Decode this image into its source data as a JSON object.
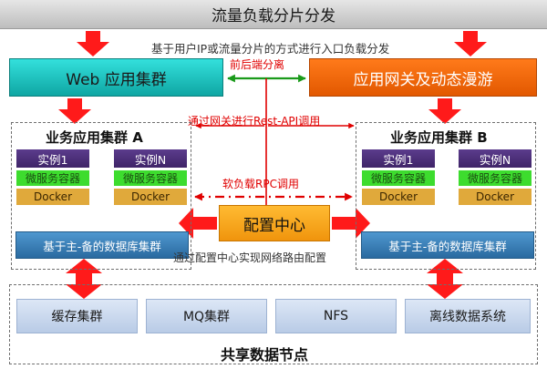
{
  "header": {
    "title": "流量负载分片分发"
  },
  "notes": {
    "entry": "基于用户IP或流量分片的方式进行入口负载分发",
    "separation": "前后端分离",
    "rest_api": "通过网关进行Rest-API调用",
    "rpc": "软负载RPC调用",
    "routing": "通过配置中心实现网络路由配置"
  },
  "web_cluster": {
    "label": "Web 应用集群"
  },
  "gateway": {
    "label": "应用网关及动态漫游"
  },
  "cluster_a": {
    "title": "业务应用集群 A",
    "instances": [
      {
        "instance": "实例1",
        "service": "微服务容器",
        "docker": "Docker"
      },
      {
        "instance": "实例N",
        "service": "微服务容器",
        "docker": "Docker"
      }
    ],
    "database": "基于主-备的数据库集群"
  },
  "cluster_b": {
    "title": "业务应用集群 B",
    "instances": [
      {
        "instance": "实例1",
        "service": "微服务容器",
        "docker": "Docker"
      },
      {
        "instance": "实例N",
        "service": "微服务容器",
        "docker": "Docker"
      }
    ],
    "database": "基于主-备的数据库集群"
  },
  "config_center": {
    "label": "配置中心"
  },
  "shared": {
    "title": "共享数据节点",
    "nodes": [
      "缓存集群",
      "MQ集群",
      "NFS",
      "离线数据系统"
    ]
  },
  "colors": {
    "arrow_red": "#ff1a1a",
    "arrow_green": "#1a9a1a",
    "web_cyan": "#1cc3c0",
    "gateway_orange": "#f26a0a",
    "instance_purple": "#4a2d78",
    "service_green": "#3ddc2e",
    "docker_gold": "#e0a93b",
    "db_blue": "#3a80bb",
    "config_orange": "#f7a41f",
    "node_lightblue": "#cbd9ef"
  }
}
